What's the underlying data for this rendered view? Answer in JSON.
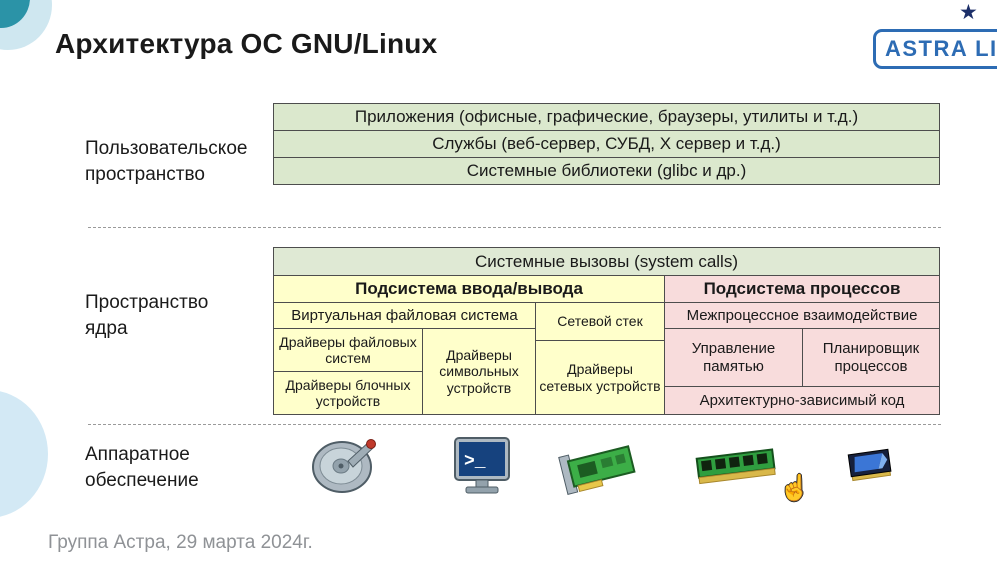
{
  "slide": {
    "title": "Архитектура ОС GNU/Linux",
    "footer": "Группа Астра, 29 марта 2024г."
  },
  "logo": {
    "text": "ASTRA LIN",
    "star": "★"
  },
  "labels": {
    "user_space": "Пользовательское\nпространство",
    "kernel_space": "Пространство\nядра",
    "hardware": "Аппаратное\nобеспечение"
  },
  "user_space": {
    "rows": [
      "Приложения (офисные, графические, браузеры, утилиты и т.д.)",
      "Службы (веб-сервер, СУБД, X сервер и т.д.)",
      "Системные библиотеки (glibc и др.)"
    ]
  },
  "kernel": {
    "syscalls": "Системные вызовы (system calls)",
    "io_header": "Подсистема ввода/вывода",
    "proc_header": "Подсистема процессов",
    "vfs": "Виртуальная файловая система",
    "net_stack": "Сетевой стек",
    "fs_drivers": "Драйверы файловых систем",
    "char_drivers": "Драйверы символьных устройств",
    "block_drivers": "Драйверы блочных устройств",
    "net_drivers": "Драйверы сетевых устройств",
    "ipc": "Межпроцессное взаимодействие",
    "memory": "Управление памятью",
    "scheduler": "Планировщик процессов",
    "arch_code": "Архитектурно-зависимый код"
  },
  "hardware": {
    "icons": [
      "hdd-icon",
      "terminal-icon",
      "network-card-icon",
      "ram-icon",
      "cpu-icon"
    ]
  },
  "cursor": {
    "glyph": "☝"
  },
  "colors": {
    "user_space_bg": "#dbe8cd",
    "syscalls_bg": "#dfe9d4",
    "io_bg": "#ffffcb",
    "proc_bg": "#f8dcdc",
    "cell_border": "#4d4d4d",
    "logo_blue": "#2d6cb4",
    "footer_gray": "#8f9296",
    "accent_teal": "#2b93a7",
    "blob_blue": "#d3e9f5"
  }
}
